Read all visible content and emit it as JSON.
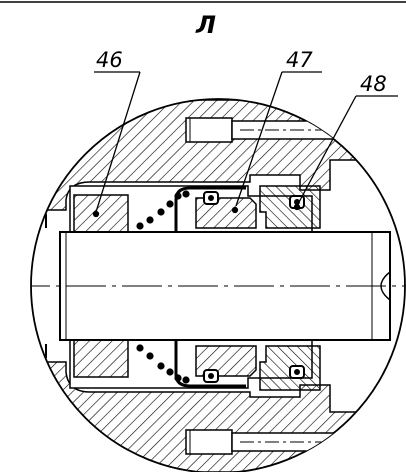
{
  "view": {
    "label": "Л"
  },
  "callouts": [
    {
      "id": "46",
      "label": "46"
    },
    {
      "id": "47",
      "label": "47"
    },
    {
      "id": "48",
      "label": "48"
    }
  ],
  "colors": {
    "line": "#000000",
    "background": "#ffffff"
  }
}
